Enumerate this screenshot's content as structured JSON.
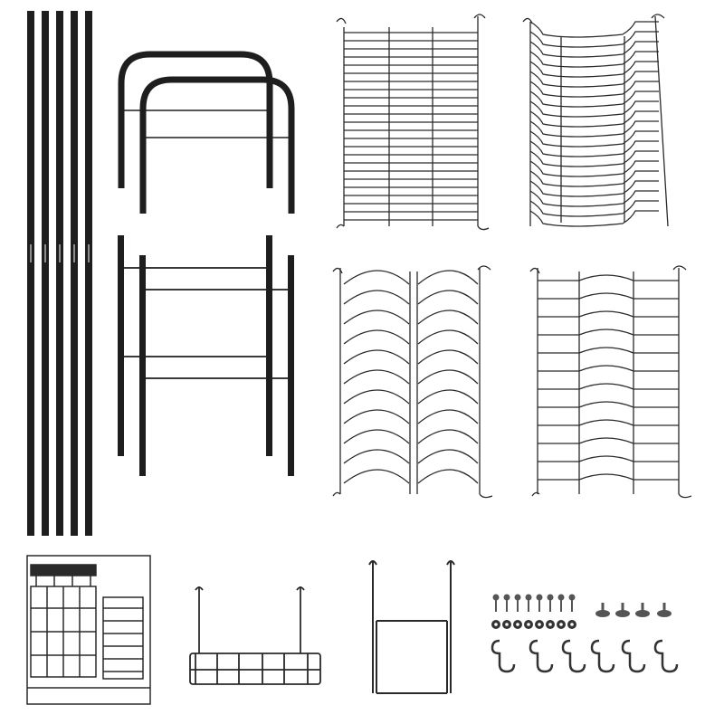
{
  "image": {
    "background": "#ffffff",
    "frame_color": "#1e1e1e",
    "wire_color": "#2a2a2a",
    "hardware_color": "#555555",
    "components": [
      {
        "name": "upright-poles",
        "count": 5
      },
      {
        "name": "arched-frames",
        "count": 2
      },
      {
        "name": "side-frames",
        "count": 2
      },
      {
        "name": "flat-wire-shelf"
      },
      {
        "name": "wave-plate-rack"
      },
      {
        "name": "double-wave-rack"
      },
      {
        "name": "center-wave-rack"
      },
      {
        "name": "utensil-cutting-board-holder"
      },
      {
        "name": "hanging-basket"
      },
      {
        "name": "cup-holder-frame"
      },
      {
        "name": "screws",
        "count": 8
      },
      {
        "name": "washers",
        "count": 8
      },
      {
        "name": "adjustable-feet",
        "count": 4
      },
      {
        "name": "s-hooks",
        "count": 6
      }
    ]
  }
}
